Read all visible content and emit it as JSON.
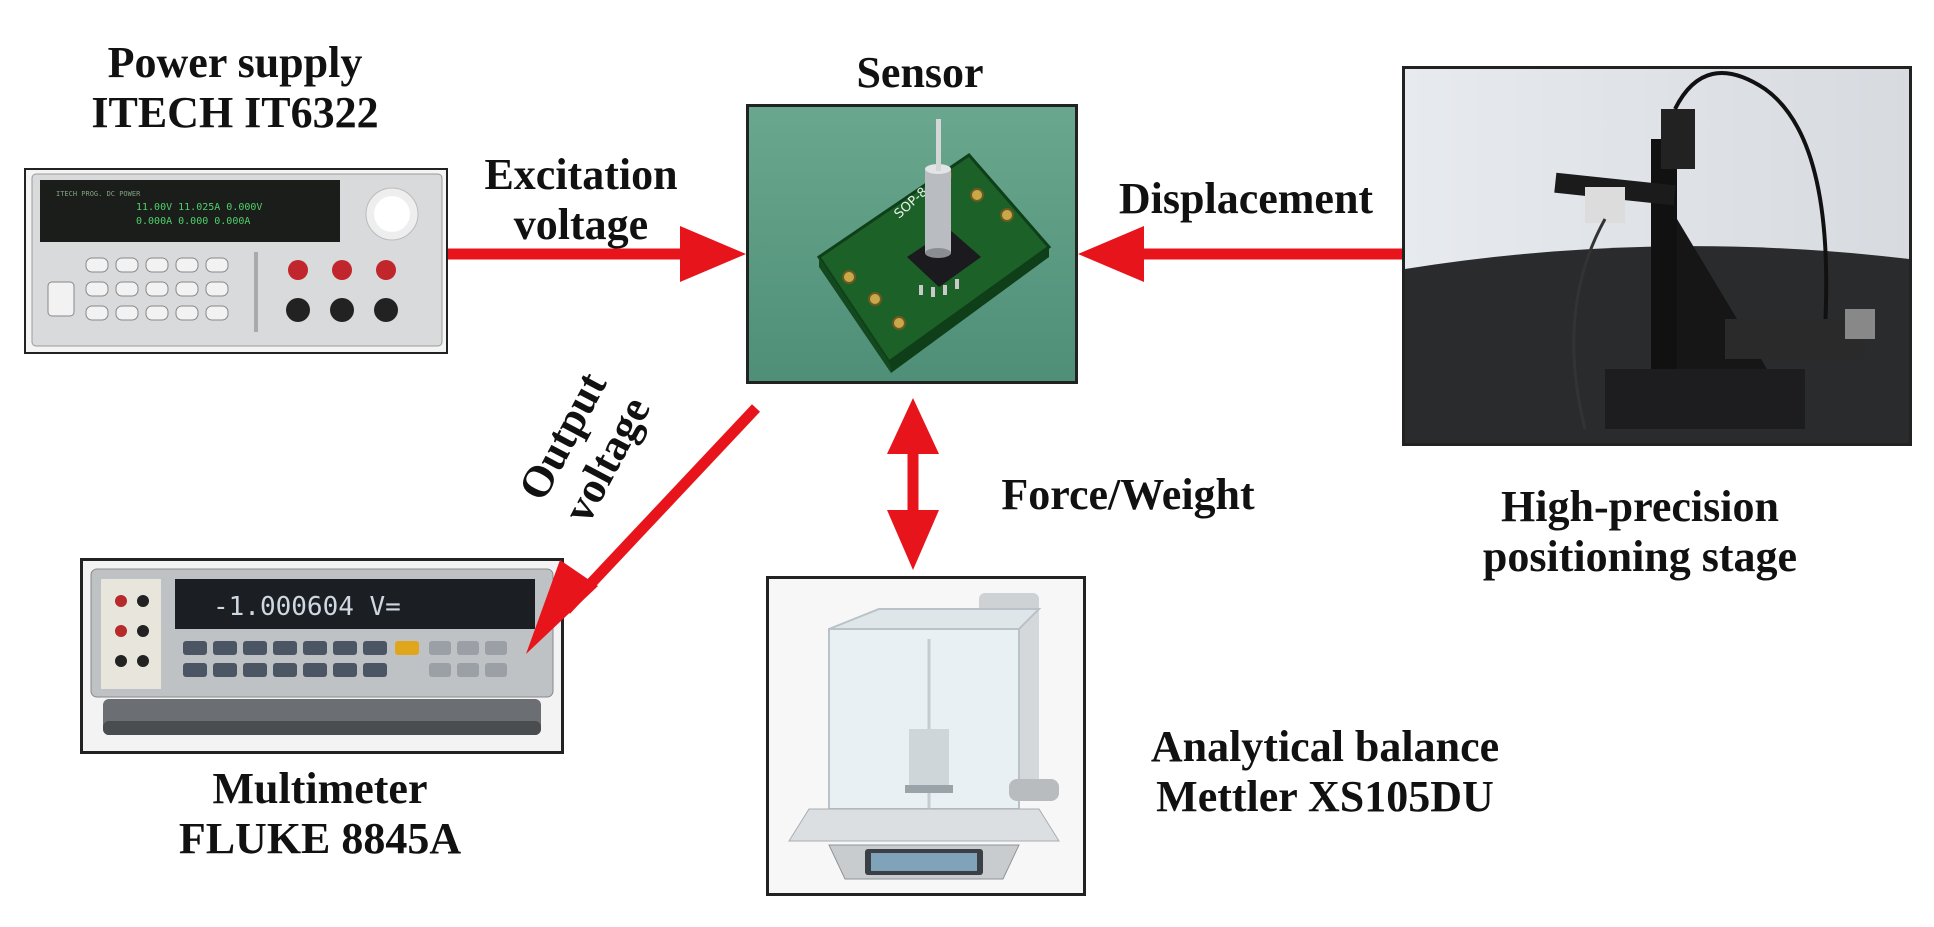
{
  "labels": {
    "power_supply_line1": "Power supply",
    "power_supply_line2": "ITECH IT6322",
    "sensor": "Sensor",
    "excitation_line1": "Excitation",
    "excitation_line2": "voltage",
    "displacement": "Displacement",
    "output_line1": "Output",
    "output_line2": "voltage",
    "force_weight": "Force/Weight",
    "stage_line1": "High-precision",
    "stage_line2": "positioning stage",
    "multimeter_line1": "Multimeter",
    "multimeter_line2": "FLUKE 8845A",
    "balance_line1": "Analytical balance",
    "balance_line2": "Mettler XS105DU"
  },
  "device_text": {
    "multimeter_display": "-1.000604 V=",
    "sensor_chip": "SOP-8"
  },
  "colors": {
    "arrow": "#e8141b",
    "pcb": "#1f6b2a",
    "sensor_bg": "#5f9f86"
  }
}
